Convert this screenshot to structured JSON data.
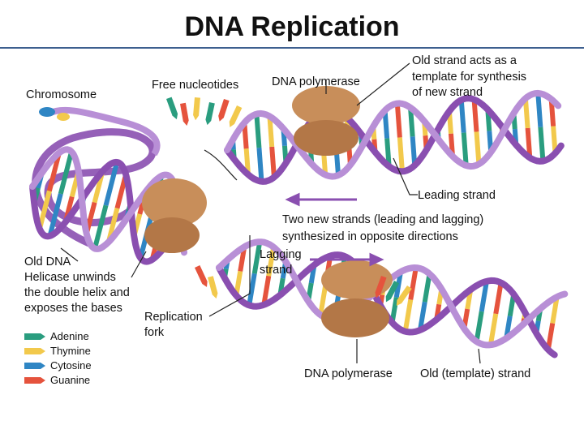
{
  "title": "DNA Replication",
  "labels": {
    "chromosome": "Chromosome",
    "free_nucleotides": "Free nucleotides",
    "dna_polymerase_top": "DNA polymerase",
    "old_strand_template": [
      "Old strand acts as a",
      "template for synthesis",
      "of new strand"
    ],
    "leading_strand": "Leading strand",
    "two_new_strands": [
      "Two new strands (leading and lagging)",
      "synthesized in opposite directions"
    ],
    "lagging_strand": [
      "Lagging",
      "strand"
    ],
    "old_dna": "Old DNA",
    "helicase": [
      "Helicase unwinds",
      "the double helix and",
      "exposes the bases"
    ],
    "replication_fork": [
      "Replication",
      "fork"
    ],
    "dna_polymerase_bottom": "DNA polymerase",
    "old_template_strand": "Old (template) strand"
  },
  "legend": [
    {
      "name": "Adenine",
      "color": "#2a9d7f"
    },
    {
      "name": "Thymine",
      "color": "#f2c94c"
    },
    {
      "name": "Cytosine",
      "color": "#2f86c4"
    },
    {
      "name": "Guanine",
      "color": "#e5533d"
    }
  ],
  "colors": {
    "backbone": "#8a4fb0",
    "backbone_light": "#b88fd6",
    "polymerase": "#c88e5a",
    "rule": "#3d5f8f"
  }
}
